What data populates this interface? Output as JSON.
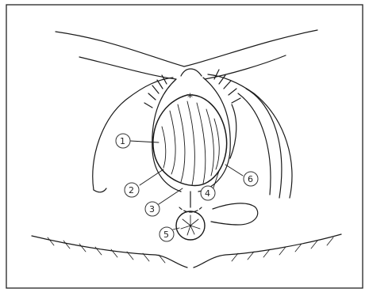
{
  "figure": {
    "labels": [
      {
        "id": "label-1",
        "text": "①"
      },
      {
        "id": "label-2",
        "text": "②"
      },
      {
        "id": "label-3",
        "text": "③"
      },
      {
        "id": "label-4",
        "text": "④"
      },
      {
        "id": "label-5",
        "text": "⑤"
      },
      {
        "id": "label-6",
        "text": "⑥"
      }
    ],
    "star_mark": "*",
    "line_color": "#1a1a1a"
  }
}
